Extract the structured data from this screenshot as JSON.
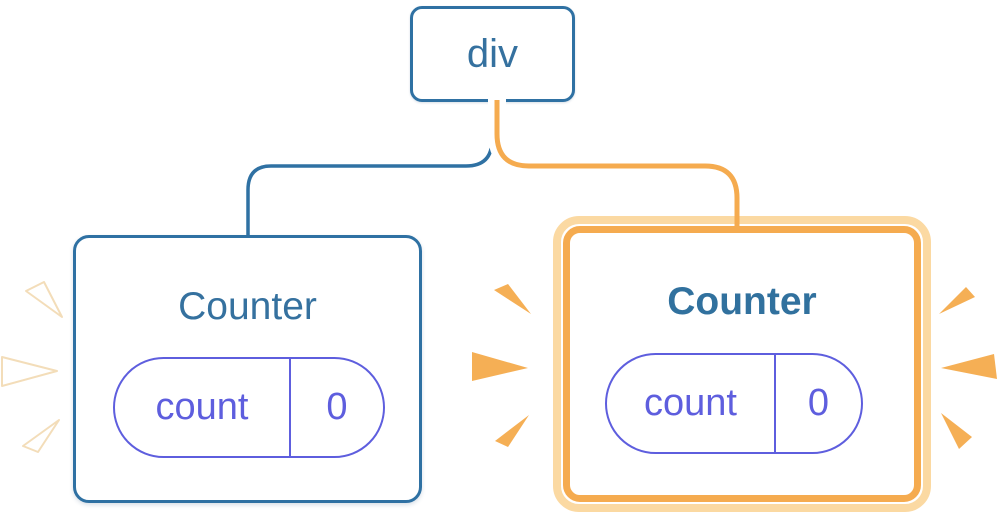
{
  "diagram_title": "component tree with two Counter children under a div",
  "root_node": {
    "label": "div"
  },
  "counters": [
    {
      "title": "Counter",
      "state_key": "count",
      "state_value": "0",
      "highlighted": false
    },
    {
      "title": "Counter",
      "state_key": "count",
      "state_value": "0",
      "highlighted": true
    }
  ],
  "icons": {
    "left_sparks": "burst-spark-icon",
    "middle_sparks": "burst-spark-icon",
    "right_sparks": "burst-spark-icon"
  },
  "colors": {
    "blue": "#2f71a3",
    "blue_text": "#35719f",
    "purple": "#5e5ede",
    "orange": "#f5ab4f",
    "orange_light": "#fbd9a2",
    "spark_orange": "#f5af55",
    "spark_white": "#ffffff",
    "spark_white_edge": "#f3ddb9",
    "white": "#ffffff"
  }
}
